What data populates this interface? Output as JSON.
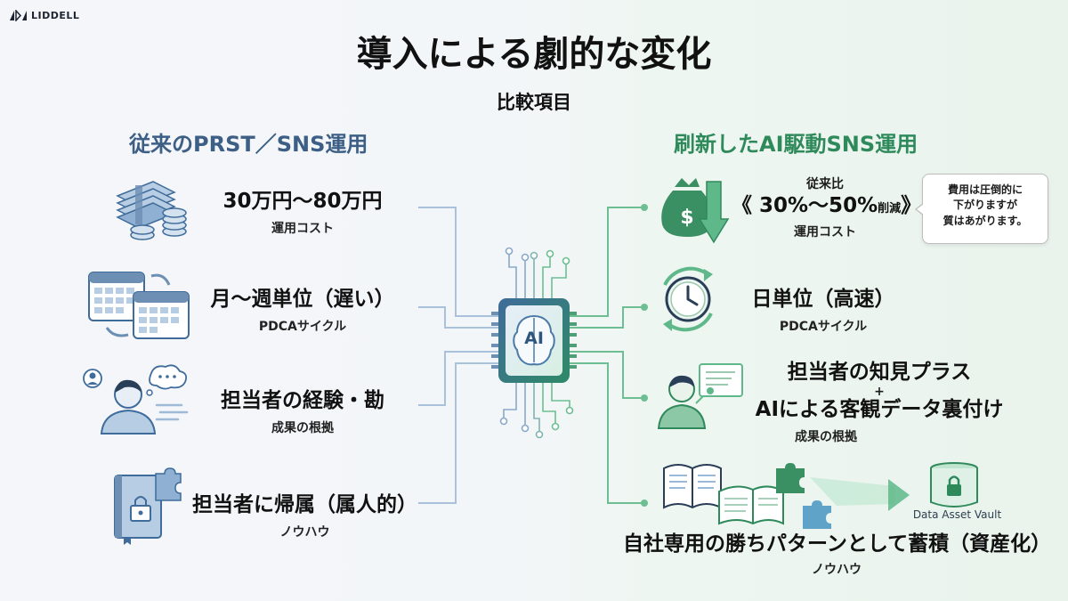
{
  "brand": {
    "name": "LIDDELL"
  },
  "title": "導入による劇的な変化",
  "subtitle": "比較項目",
  "left": {
    "heading": "従来のPRST／SNS運用",
    "items": [
      {
        "main": "30万円〜80万円",
        "sub": "運用コスト",
        "icon": "money-stack-icon"
      },
      {
        "main": "月〜週単位（遅い）",
        "sub": "PDCAサイクル",
        "icon": "calendar-cycle-icon"
      },
      {
        "main": "担当者の経験・勘",
        "sub": "成果の根拠",
        "icon": "person-thought-icon"
      },
      {
        "main": "担当者に帰属（属人的）",
        "sub": "ノウハウ",
        "icon": "locked-book-icon"
      }
    ]
  },
  "center": {
    "label": "AI",
    "icon": "ai-chip-brain-icon"
  },
  "right": {
    "heading": "刷新したAI駆動SNS運用",
    "items": [
      {
        "pre": "従来比",
        "main": "《 30%〜50%",
        "main_small": "削減",
        "main_end": "》",
        "sub": "運用コスト",
        "icon": "money-bag-down-icon"
      },
      {
        "main": "日単位（高速）",
        "sub": "PDCAサイクル",
        "icon": "clock-cycle-icon"
      },
      {
        "main": "担当者の知見プラス",
        "plus": "+",
        "main2": "AIによる客観データ裏付け",
        "sub": "成果の根拠",
        "icon": "person-document-icon"
      },
      {
        "main": "自社専用の勝ちパターンとして蓄積（資産化）",
        "sub": "ノウハウ",
        "icon": "books-puzzle-vault-icon",
        "vault_label": "Data Asset Vault"
      }
    ],
    "callout": {
      "lines": [
        "費用は圧倒的に",
        "下がりますが",
        "質はあがります。"
      ]
    }
  },
  "colors": {
    "left_accent": "#3d5f85",
    "right_accent": "#2f8a5b",
    "left_wire": "#9fbad6",
    "right_wire": "#5fb88a"
  }
}
